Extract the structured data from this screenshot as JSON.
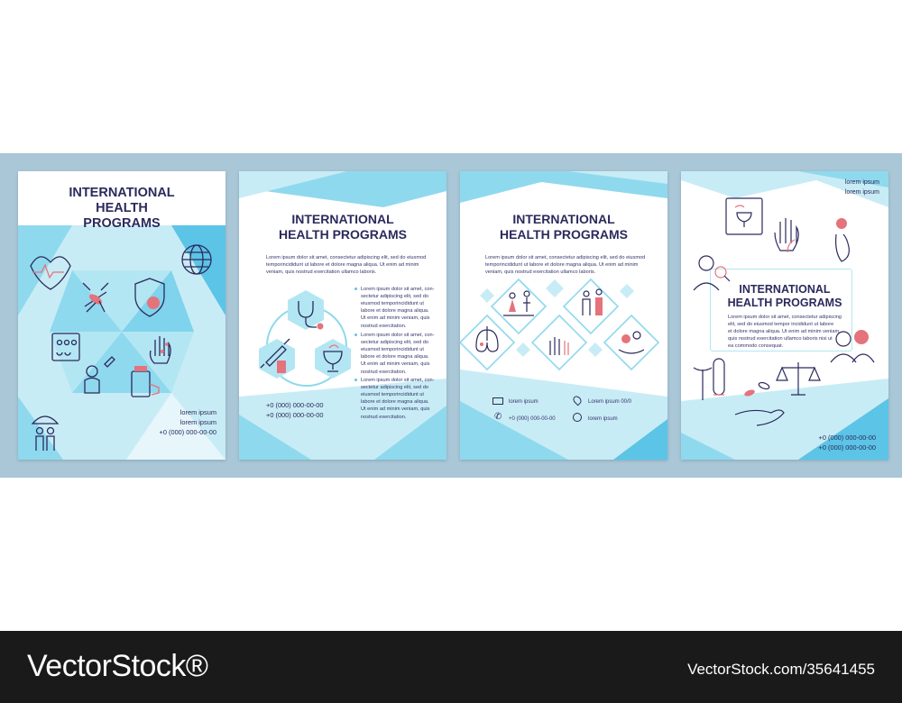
{
  "brochures": [
    {
      "title_lines": [
        "INTERNATIONAL",
        "HEALTH",
        "PROGRAMS"
      ],
      "contact": [
        "lorem ipsum",
        "lorem ipsum",
        "+0 (000) 000-00-00"
      ]
    },
    {
      "title_lines": [
        "INTERNATIONAL",
        "HEALTH PROGRAMS"
      ],
      "intro": [
        "Lorem ipsum dolor sit amet, consectetur adipiscing elit, sed do eiusmod",
        "temporincididunt ut labore et dolore magna aliqua. Ut enim ad minim",
        "veniam, quis nostrud exercitation ullamco laboris."
      ],
      "bullets": [
        [
          "Lorem ipsum dolor sit amet, con-",
          "sectetur adipiscing elit, sed do",
          "eiusmod temporincididunt ut",
          "labore et dolore magna aliqua.",
          "Ut enim ad minim veniam, quis",
          "nostrud exercitation."
        ],
        [
          "Lorem ipsum dolor sit amet, con-",
          "sectetur adipiscing elit, sed do",
          "eiusmod temporincididunt ut",
          "labore et dolore magna aliqua.",
          "Ut enim ad minim veniam, quis",
          "nostrud exercitation."
        ],
        [
          "Lorem ipsum dolor sit amet, con-",
          "sectetur adipiscing elit, sed do",
          "eiusmod temporincididunt ut",
          "labore et dolore magna aliqua.",
          "Ut enim ad minim veniam, quis",
          "nostrud exercitation."
        ]
      ],
      "phones": [
        "+0 (000) 000-00-00",
        "+0 (000) 000-00-00"
      ]
    },
    {
      "title_lines": [
        "INTERNATIONAL",
        "HEALTH PROGRAMS"
      ],
      "intro": [
        "Lorem ipsum dolor sit amet, consectetur adipiscing elit, sed do eiusmod",
        "temporincididunt ut labore et dolore magna aliqua. Ut enim ad minim",
        "veniam, quis nostrud exercitation ullamco laboris."
      ],
      "email": "lorem ipsum",
      "address": "Lorem ipsum 00/0",
      "phone": "+0 (000) 000-00-00",
      "web": "lorem ipsum"
    },
    {
      "top_text": [
        "lorem ipsum",
        "lorem ipsum"
      ],
      "title_lines": [
        "INTERNATIONAL",
        "HEALTH PROGRAMS"
      ],
      "body": [
        "Lorem ipsum dolor sit amet, consectetur adipiscing",
        "elit, sed do eiusmod tempor incididunt ut labore",
        "et dolore magna aliqua. Ut enim ad minim veniam,",
        "quis nostrud exercitation ullamco laboris nisi ut",
        "ea commodo consequat."
      ],
      "phones": [
        "+0 (000) 000-00-00",
        "+0 (000) 000-00-00"
      ]
    }
  ],
  "watermark": {
    "logo": "VectorStock®",
    "id": "VectorStock.com/35641455"
  },
  "colors": {
    "band": "#a9c7d6",
    "light_blue": "#c8ecf5",
    "mid_blue": "#8fd9ee",
    "bright_blue": "#5cc4e6",
    "navy_text": "#2b2a5c",
    "icon_red": "#e4737c"
  }
}
